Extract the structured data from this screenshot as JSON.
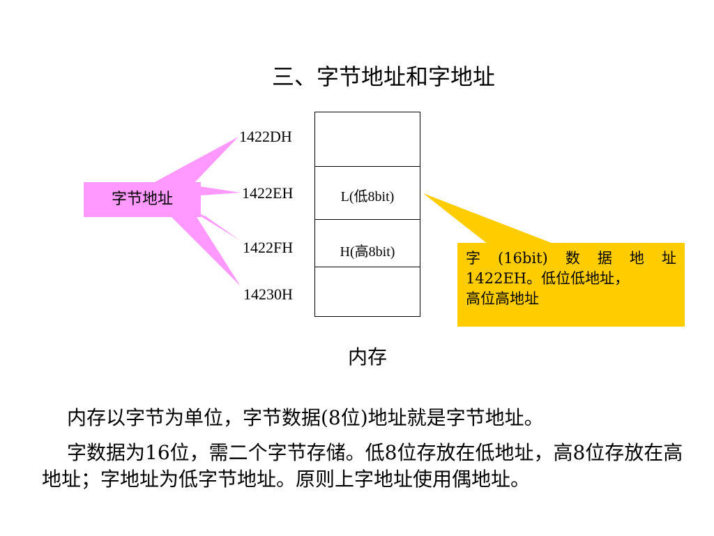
{
  "title": "三、字节地址和字地址",
  "memory": {
    "caption": "内存",
    "cells": [
      "",
      "L(低8bit)",
      "H(高8bit)",
      ""
    ],
    "addresses": [
      "1422DH",
      "1422EH",
      "1422FH",
      "14230H"
    ]
  },
  "byte_address_label": "字节地址",
  "word_address_note": {
    "line1_tokens": [
      "字",
      "(16bit)",
      "数",
      "据",
      "地",
      "址"
    ],
    "line2": "1422EH。低位低地址，",
    "line3": "高位高地址"
  },
  "paragraphs": {
    "p1": "内存以字节为单位，字节数据(8位)地址就是字节地址。",
    "p2": "字数据为16位，需二个字节存储。低8位存放在低地址，高8位存放在高地址；字地址为低字节地址。原则上字地址使用偶地址。"
  },
  "colors": {
    "byte_label_fill": "#ff99ff",
    "word_note_fill": "#ffcc00"
  }
}
